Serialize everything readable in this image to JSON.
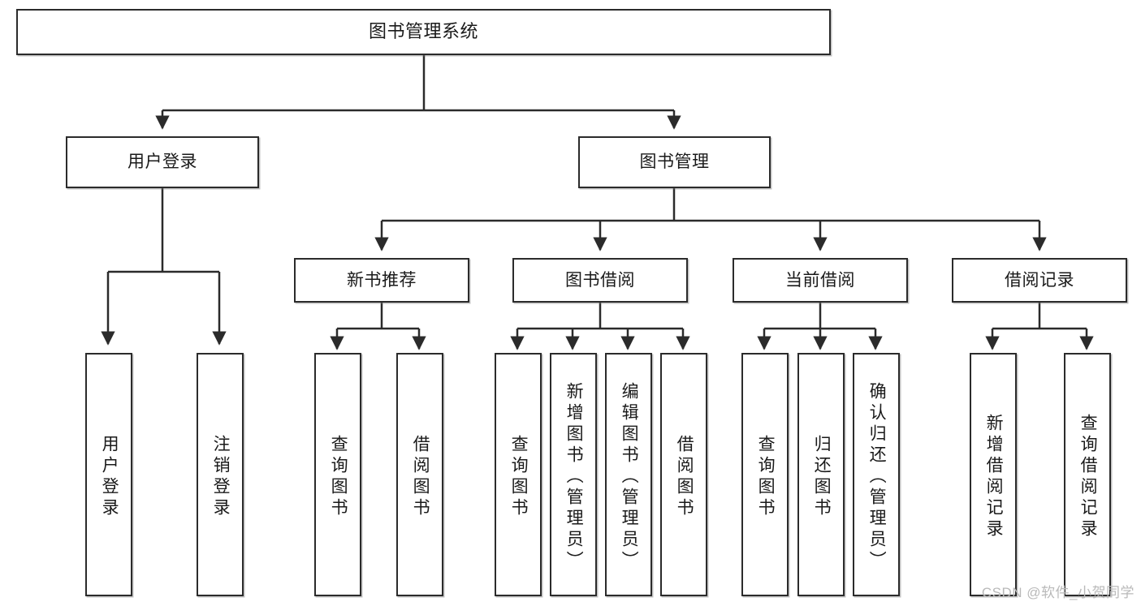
{
  "diagram": {
    "title_box": {
      "label": "图书管理系统"
    },
    "level2": [
      {
        "id": "user-login",
        "label": "用户登录"
      },
      {
        "id": "book-management",
        "label": "图书管理"
      }
    ],
    "level3": [
      {
        "id": "new-book-recommend",
        "label": "新书推荐"
      },
      {
        "id": "book-borrow",
        "label": "图书借阅"
      },
      {
        "id": "current-borrow",
        "label": "当前借阅"
      },
      {
        "id": "borrow-record",
        "label": "借阅记录"
      }
    ],
    "leaves": [
      {
        "id": "leaf-user-login",
        "label": "用户登录"
      },
      {
        "id": "leaf-logout",
        "label": "注销登录"
      },
      {
        "id": "leaf-query-book-1",
        "label": "查询图书"
      },
      {
        "id": "leaf-borrow-book-1",
        "label": "借阅图书"
      },
      {
        "id": "leaf-query-book-2",
        "label": "查询图书"
      },
      {
        "id": "leaf-add-book",
        "label": "新增图书（管理员）"
      },
      {
        "id": "leaf-edit-book",
        "label": "编辑图书（管理员）"
      },
      {
        "id": "leaf-borrow-book-2",
        "label": "借阅图书"
      },
      {
        "id": "leaf-query-book-3",
        "label": "查询图书"
      },
      {
        "id": "leaf-return-book",
        "label": "归还图书"
      },
      {
        "id": "leaf-confirm-return",
        "label": "确认归还（管理员）"
      },
      {
        "id": "leaf-add-record",
        "label": "新增借阅记录"
      },
      {
        "id": "leaf-query-record",
        "label": "查询借阅记录"
      }
    ],
    "watermark": "CSDN @软件_小贺同学",
    "colors": {
      "stroke": "#2b2b2b",
      "fill": "#ffffff",
      "text": "#1a1a1a",
      "watermark": "#b9b9b9"
    }
  }
}
